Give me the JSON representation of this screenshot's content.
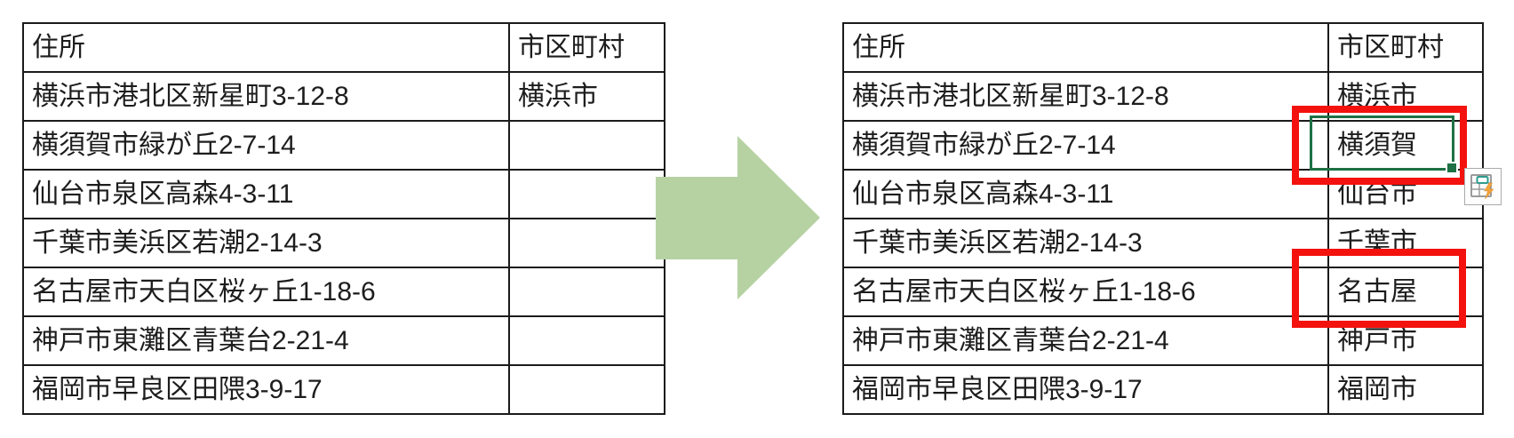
{
  "left_table": {
    "header": {
      "address": "住所",
      "city": "市区町村"
    },
    "rows": [
      {
        "address": "横浜市港北区新星町3-12-8",
        "city": "横浜市"
      },
      {
        "address": "横須賀市緑が丘2-7-14",
        "city": ""
      },
      {
        "address": "仙台市泉区高森4-3-11",
        "city": ""
      },
      {
        "address": "千葉市美浜区若潮2-14-3",
        "city": ""
      },
      {
        "address": "名古屋市天白区桜ヶ丘1-18-6",
        "city": ""
      },
      {
        "address": "神戸市東灘区青葉台2-21-4",
        "city": ""
      },
      {
        "address": "福岡市早良区田隈3-9-17",
        "city": ""
      }
    ]
  },
  "right_table": {
    "header": {
      "address": "住所",
      "city": "市区町村"
    },
    "rows": [
      {
        "address": "横浜市港北区新星町3-12-8",
        "city": "横浜市"
      },
      {
        "address": "横須賀市緑が丘2-7-14",
        "city": "横須賀"
      },
      {
        "address": "仙台市泉区高森4-3-11",
        "city": "仙台市"
      },
      {
        "address": "千葉市美浜区若潮2-14-3",
        "city": "千葉市"
      },
      {
        "address": "名古屋市天白区桜ヶ丘1-18-6",
        "city": "名古屋"
      },
      {
        "address": "神戸市東灘区青葉台2-21-4",
        "city": "神戸市"
      },
      {
        "address": "福岡市早良区田隈3-9-17",
        "city": "福岡市"
      }
    ]
  },
  "selection": {
    "selected_cell_value": "横須賀"
  },
  "icons": {
    "arrow": "right-arrow-icon",
    "flash_fill": "flash-fill-options-icon",
    "fill_handle": "fill-handle"
  },
  "colors": {
    "arrow_green": "#b6d2a2",
    "selection_green": "#1e7145",
    "highlight_red": "#f3120e",
    "grid_black": "#1b1b1b",
    "bolt_orange": "#f2a33c",
    "flash_cell_teal": "#2e9b8f"
  }
}
